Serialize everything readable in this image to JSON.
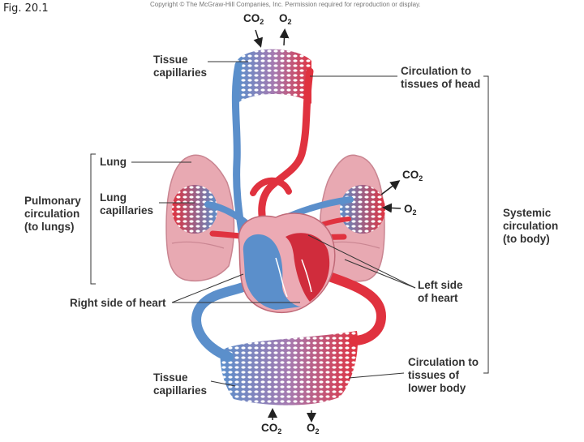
{
  "figure_label": "Fig. 20.1",
  "copyright": "Copyright © The McGraw-Hill Companies, Inc. Permission required for reproduction or display.",
  "labels": {
    "tissue_capillaries_top": [
      "Tissue",
      "capillaries"
    ],
    "circulation_head": [
      "Circulation to",
      "tissues of head"
    ],
    "lung": "Lung",
    "lung_capillaries": [
      "Lung",
      "capillaries"
    ],
    "pulmonary_circulation": [
      "Pulmonary",
      "circulation",
      "(to lungs)"
    ],
    "systemic_circulation": [
      "Systemic",
      "circulation",
      "(to body)"
    ],
    "left_side_heart": [
      "Left side",
      "of heart"
    ],
    "right_side_heart": "Right side of heart",
    "tissue_capillaries_bottom": [
      "Tissue",
      "capillaries"
    ],
    "circulation_lower_body": [
      "Circulation to",
      "tissues of",
      "lower body"
    ]
  },
  "gases": {
    "top_co2": {
      "base": "CO",
      "sub": "2"
    },
    "top_o2": {
      "base": "O",
      "sub": "2"
    },
    "lung_co2": {
      "base": "CO",
      "sub": "2"
    },
    "lung_o2": {
      "base": "O",
      "sub": "2"
    },
    "bottom_co2": {
      "base": "CO",
      "sub": "2"
    },
    "bottom_o2": {
      "base": "O",
      "sub": "2"
    }
  },
  "colors": {
    "oxygenated": "#e0323f",
    "deoxygenated": "#5b8fcb",
    "lung_tissue": "#e8a9b2",
    "leader_line": "#333333"
  }
}
